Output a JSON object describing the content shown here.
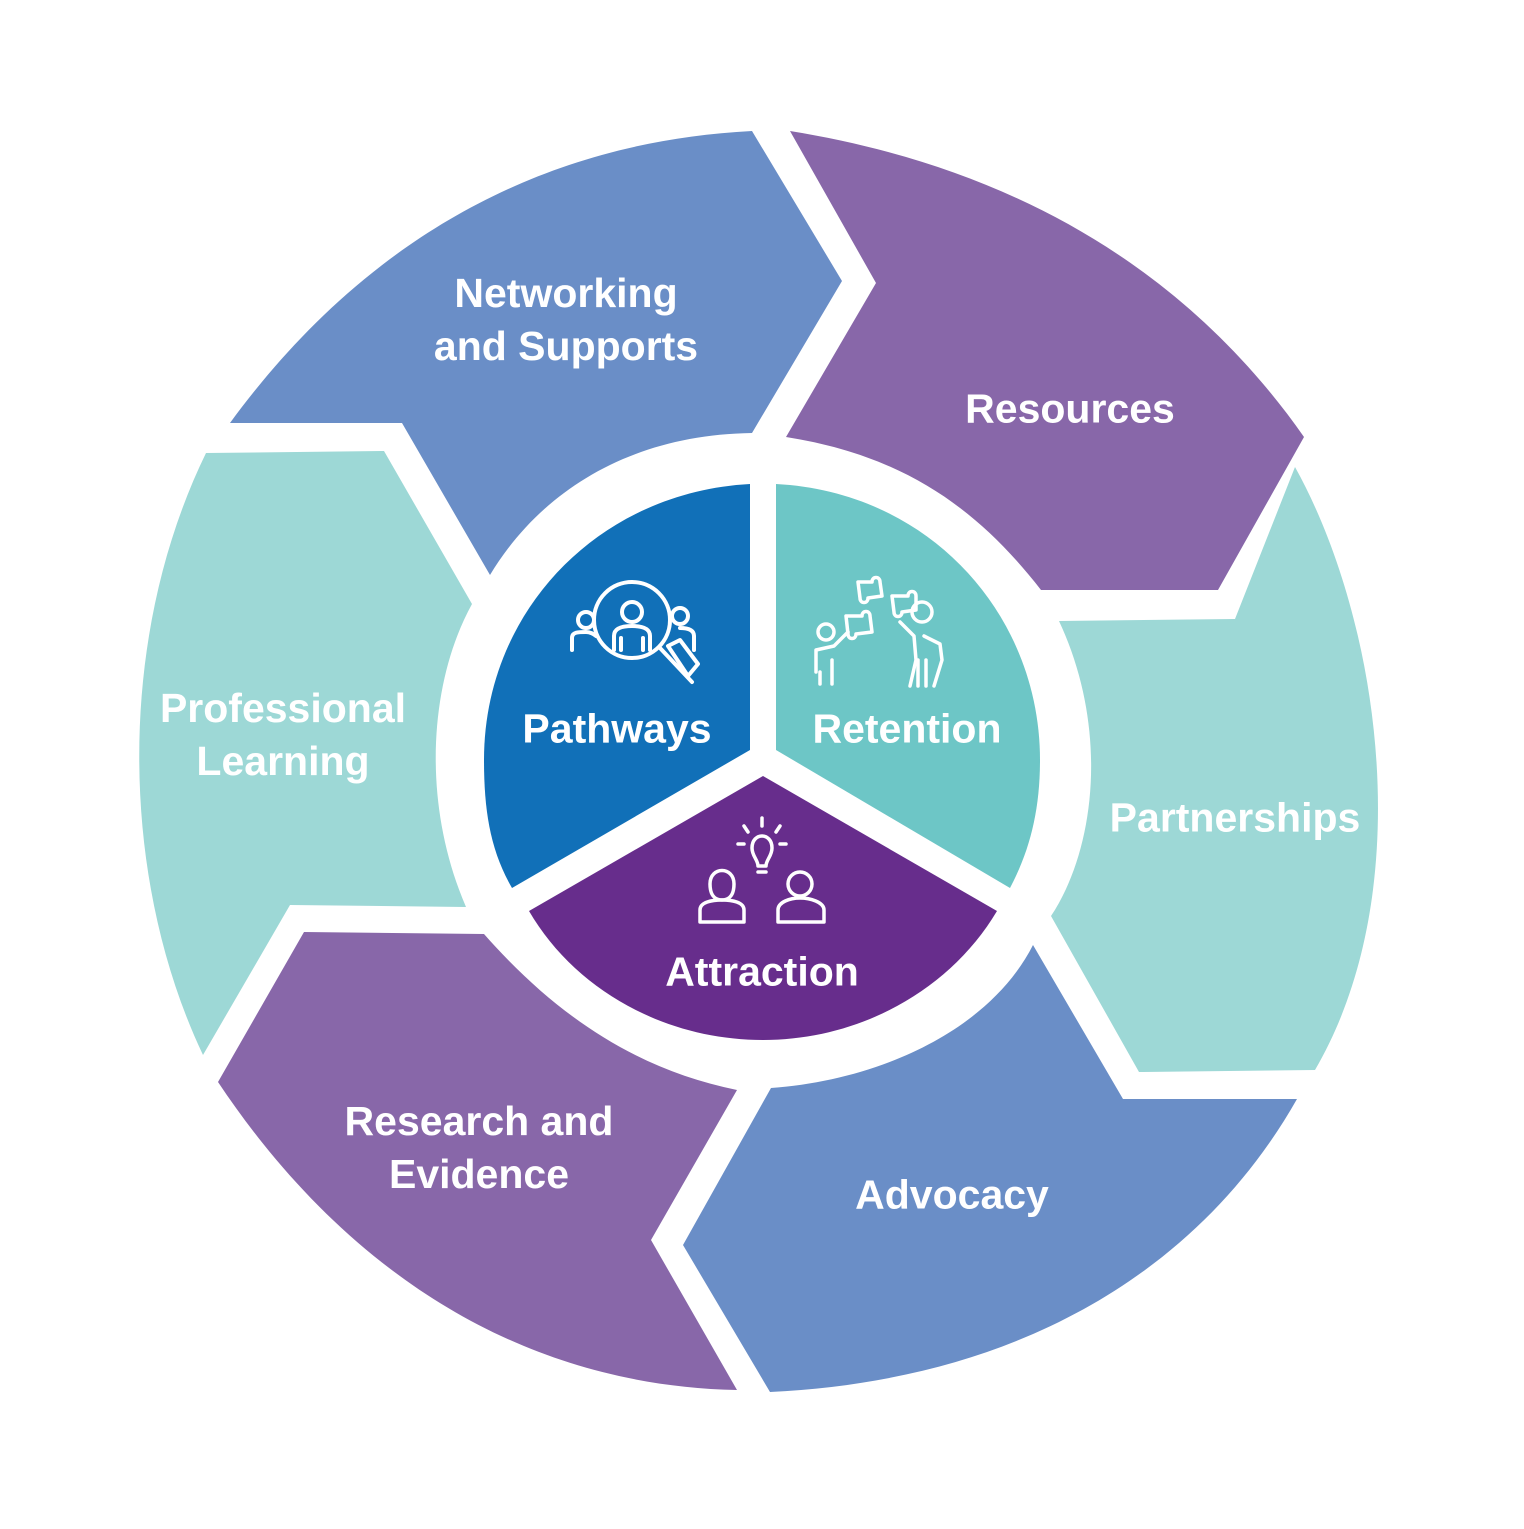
{
  "colors": {
    "background": "#ffffff",
    "outer_blue": "#6a8ec7",
    "outer_purple": "#8867a9",
    "outer_teal": "#9dd8d6",
    "pathways": "#1170b8",
    "retention": "#6dc6c6",
    "attraction": "#672d8c",
    "label_text": "#ffffff"
  },
  "outer_segments": [
    {
      "id": "networking",
      "line1": "Networking",
      "line2": "and Supports",
      "color": "#6a8ec7"
    },
    {
      "id": "resources",
      "line1": "Resources",
      "line2": "",
      "color": "#8867a9"
    },
    {
      "id": "partnerships",
      "line1": "Partnerships",
      "line2": "",
      "color": "#9dd8d6"
    },
    {
      "id": "advocacy",
      "line1": "Advocacy",
      "line2": "",
      "color": "#6a8ec7"
    },
    {
      "id": "research",
      "line1": "Research and",
      "line2": "Evidence",
      "color": "#8867a9"
    },
    {
      "id": "professional",
      "line1": "Professional",
      "line2": "Learning",
      "color": "#9dd8d6"
    }
  ],
  "inner_segments": [
    {
      "id": "pathways",
      "label": "Pathways",
      "icon": "people-search-icon",
      "color": "#1170b8"
    },
    {
      "id": "retention",
      "label": "Retention",
      "icon": "puzzle-teamwork-icon",
      "color": "#6dc6c6"
    },
    {
      "id": "attraction",
      "label": "Attraction",
      "icon": "idea-people-icon",
      "color": "#672d8c"
    }
  ]
}
